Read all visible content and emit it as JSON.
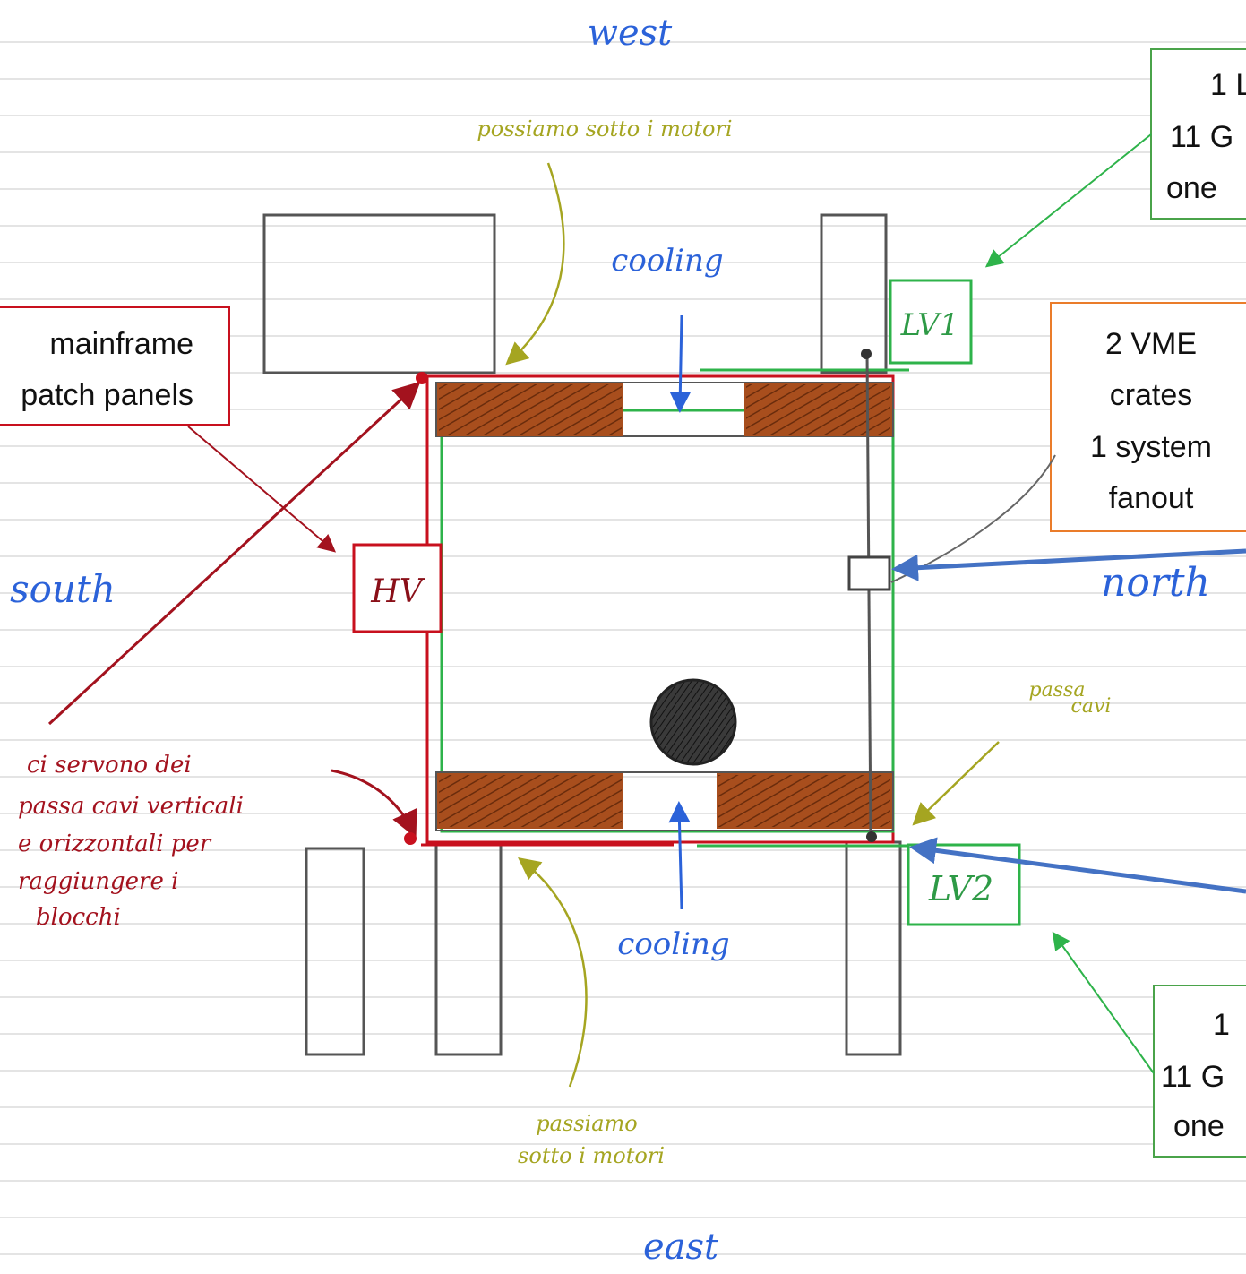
{
  "directions": {
    "west": "west",
    "east": "east",
    "south": "south",
    "north": "north"
  },
  "labels": {
    "cooling_top": "cooling",
    "cooling_bottom": "cooling",
    "hv": "HV",
    "lv1": "LV1",
    "lv2": "LV2"
  },
  "notes": {
    "top_motors": "possiamo sotto i motori",
    "bottom_motors": [
      "passiamo",
      "sotto i motori"
    ],
    "passa_cavi": [
      "passa",
      "cavi"
    ],
    "red_note": [
      "ci servono dei",
      "passa cavi verticali",
      "e orizzontali per",
      "raggiungere i",
      "blocchi"
    ]
  },
  "callouts": {
    "mainframe": [
      "mainframe",
      "patch panels"
    ],
    "vme": [
      "2 VME",
      "crates",
      "1 system",
      "fanout"
    ],
    "top_right": [
      "1 L",
      "11 G",
      "one"
    ],
    "bottom_right": [
      "1",
      "11 G",
      "one"
    ]
  },
  "colors": {
    "red": "#c8101e",
    "green": "#2eb34a",
    "blue": "#2b62d9",
    "brown": "#a84e1d",
    "olive": "#a5a521",
    "dark_red": "#a3121e",
    "gray": "#555555",
    "rule_line": "#e4e4e4",
    "callout_green": "#4aa34a",
    "callout_orange": "#ea7c2a"
  }
}
